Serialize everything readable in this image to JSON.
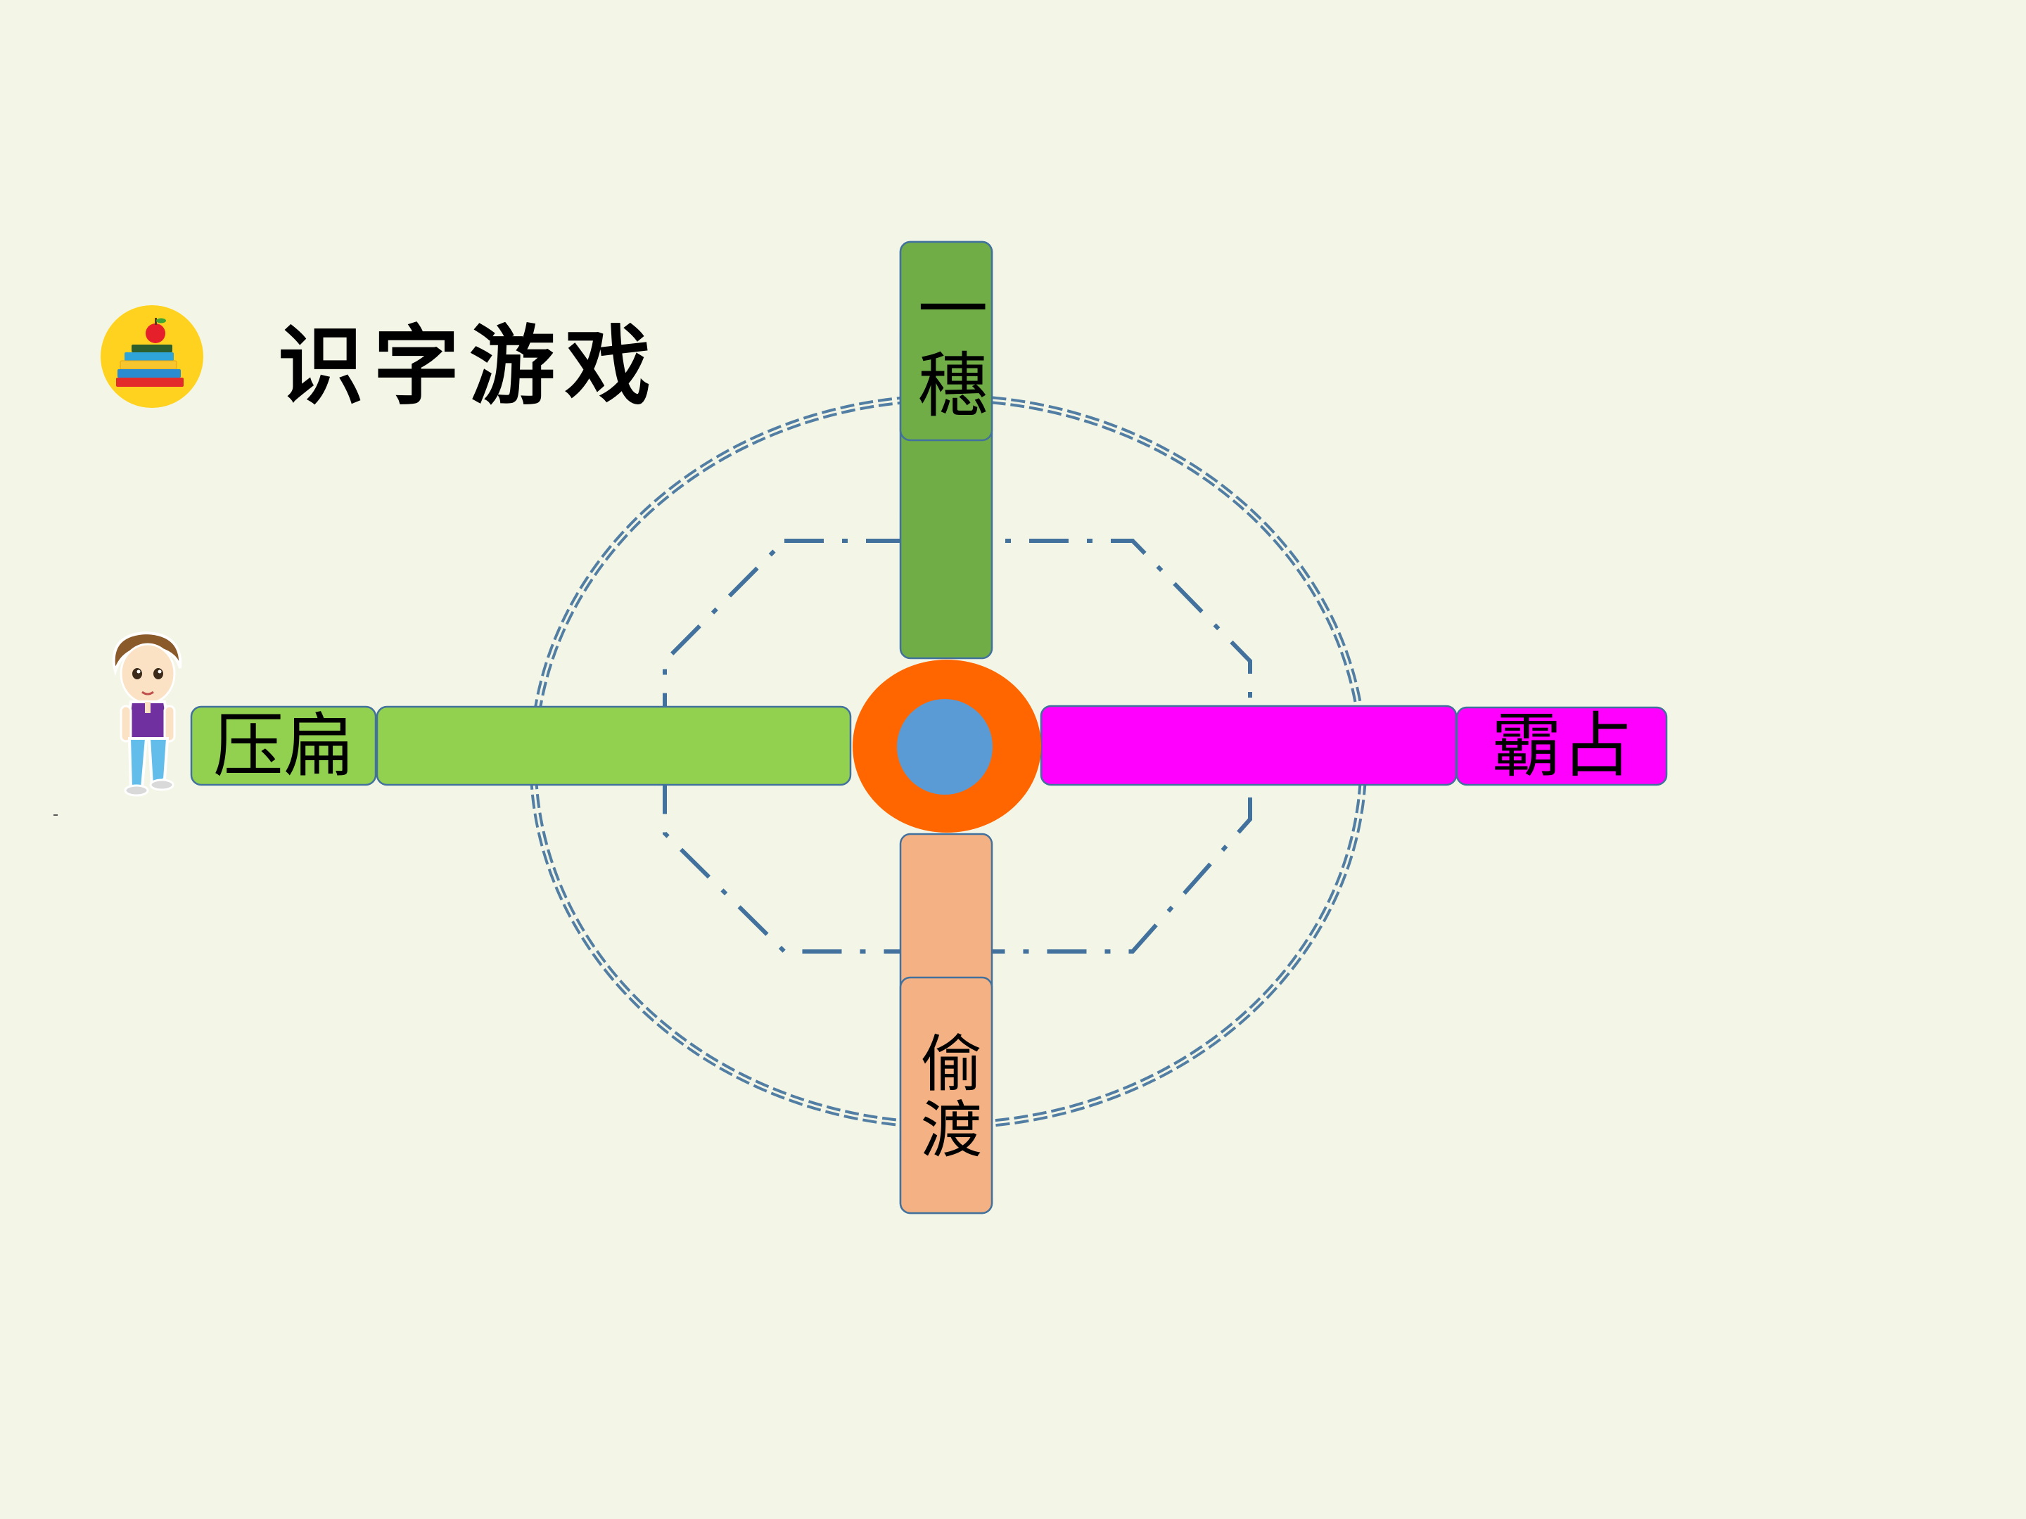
{
  "slide": {
    "title": "识字游戏",
    "words": {
      "top": "一穗",
      "left": "压扁",
      "right": "霸占",
      "bottom": "偷渡"
    },
    "icons": {
      "badge": "book-stack-apple-icon",
      "character": "boy-character-icon"
    },
    "colors": {
      "background": "#F3F6E6",
      "top_bar": "#70AD47",
      "left_bar": "#92D050",
      "right_bar": "#FF00FF",
      "bottom_bar": "#F4B183",
      "hub_outer": "#FF6600",
      "hub_inner": "#5B9BD5",
      "dashed_lines": "#41719C",
      "badge": "#FFD21F"
    }
  }
}
